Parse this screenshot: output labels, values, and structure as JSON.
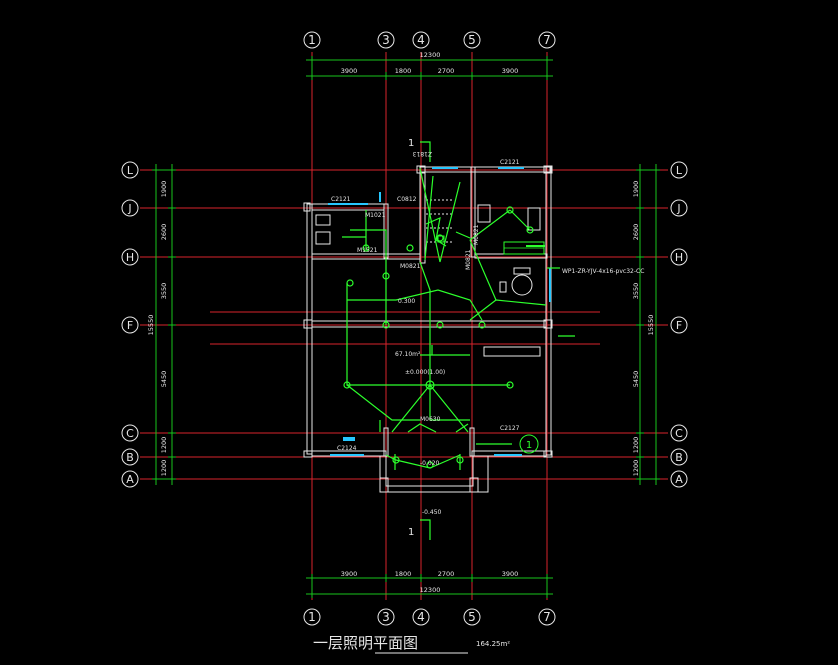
{
  "title": "一层照明平面图",
  "area": "164.25m²",
  "grid_top": [
    "1",
    "3",
    "4",
    "5",
    "7"
  ],
  "grid_bottom": [
    "1",
    "3",
    "4",
    "5",
    "7"
  ],
  "grid_left": [
    "L",
    "J",
    "H",
    "F",
    "C",
    "B",
    "A"
  ],
  "grid_right": [
    "L",
    "J",
    "H",
    "F",
    "C",
    "B",
    "A"
  ],
  "dim_top_total": "12300",
  "dim_top_segments": [
    "3900",
    "1800",
    "2700",
    "3900"
  ],
  "dim_bottom_total": "12300",
  "dim_bottom_segments": [
    "3900",
    "1800",
    "2700",
    "3900"
  ],
  "dim_left_total": "15550",
  "dim_left_segments": [
    "1900",
    "2600",
    "3550",
    "5450",
    "1200",
    "1200"
  ],
  "dim_right_total": "15550",
  "dim_right_segments": [
    "1900",
    "2600",
    "3550",
    "5450",
    "1200",
    "1200"
  ],
  "section_mark_top": "1",
  "section_mark_bottom": "1",
  "labels": {
    "c2121_left": "C2121",
    "c2121_right": "C2121",
    "c0812": "C0812",
    "m1021": "M1021",
    "m1521": "M1521",
    "m0821_a": "M0821",
    "m0821_b": "M0821",
    "m0821_c": "M0821",
    "z1813": "Z1813",
    "feeder": "WP1-ZR-YJV-4x16-pvc32-CC",
    "level_0300": "0.300",
    "area_text": "67.10m²",
    "level_000": "±0.000(1.00)",
    "m0630": "M0630",
    "c2127": "C2127",
    "c2124": "C2124",
    "level_0020": "-0.020",
    "level_0450": "-0.450",
    "circle_one": "1"
  }
}
